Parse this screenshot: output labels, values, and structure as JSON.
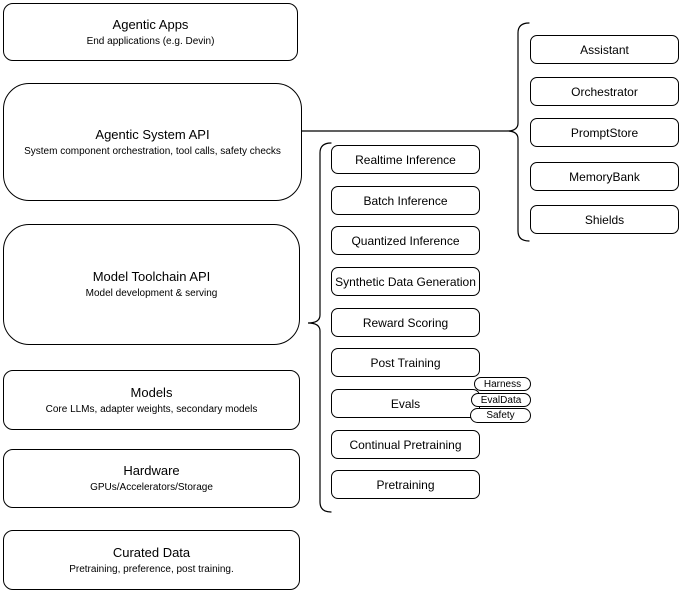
{
  "diagram": {
    "left_column": {
      "items": [
        {
          "title": "Agentic Apps",
          "subtitle": "End applications (e.g. Devin)"
        },
        {
          "title": "Agentic System API",
          "subtitle": "System component orchestration, tool calls, safety checks"
        },
        {
          "title": "Model Toolchain API",
          "subtitle": "Model development & serving"
        },
        {
          "title": "Models",
          "subtitle": "Core LLMs, adapter weights, secondary models"
        },
        {
          "title": "Hardware",
          "subtitle": "GPUs/Accelerators/Storage"
        },
        {
          "title": "Curated Data",
          "subtitle": "Pretraining, preference, post training."
        }
      ]
    },
    "toolchain_components": {
      "items": [
        {
          "label": "Realtime Inference"
        },
        {
          "label": "Batch Inference"
        },
        {
          "label": "Quantized Inference"
        },
        {
          "label": "Synthetic Data Generation"
        },
        {
          "label": "Reward Scoring"
        },
        {
          "label": "Post Training"
        },
        {
          "label": "Evals"
        },
        {
          "label": "Continual Pretraining"
        },
        {
          "label": "Pretraining"
        }
      ]
    },
    "eval_pills": {
      "items": [
        {
          "label": "Harness"
        },
        {
          "label": "EvalData"
        },
        {
          "label": "Safety"
        }
      ]
    },
    "system_components": {
      "items": [
        {
          "label": "Assistant"
        },
        {
          "label": "Orchestrator"
        },
        {
          "label": "PromptStore"
        },
        {
          "label": "MemoryBank"
        },
        {
          "label": "Shields"
        }
      ]
    },
    "colors": {
      "background": "#ffffff",
      "stroke": "#000000",
      "text": "#000000"
    }
  }
}
